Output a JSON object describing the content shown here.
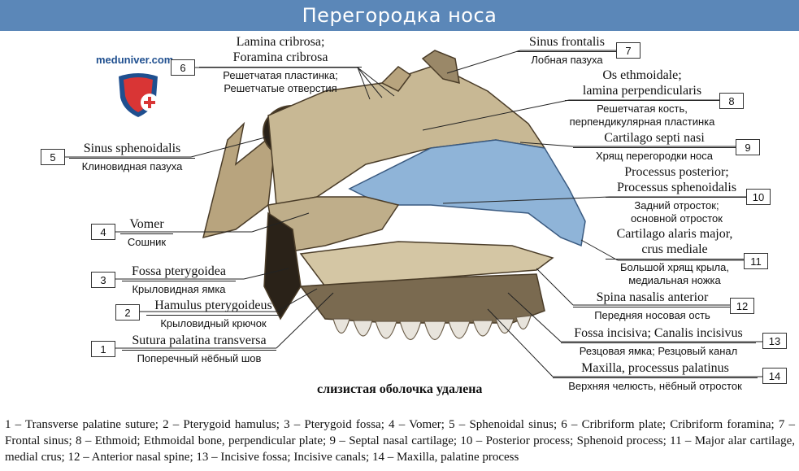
{
  "header": {
    "title": "Перегородка носа"
  },
  "brand": {
    "site": "meduniver.com"
  },
  "caption": "слизистая оболочка удалена",
  "labels": [
    {
      "num": "1",
      "latin": "Sutura palatina transversa",
      "ru": "Поперечный нёбный шов"
    },
    {
      "num": "2",
      "latin": "Hamulus pterygoideus",
      "ru": "Крыловидный крючок"
    },
    {
      "num": "3",
      "latin": "Fossa pterygoidea",
      "ru": "Крыловидная ямка"
    },
    {
      "num": "4",
      "latin": "Vomer",
      "ru": "Сошник"
    },
    {
      "num": "5",
      "latin": "Sinus sphenoidalis",
      "ru": "Клиновидная пазуха"
    },
    {
      "num": "6",
      "latin1": "Lamina cribrosa;",
      "latin2": "Foramina cribrosa",
      "ru1": "Решетчатая пластинка;",
      "ru2": "Решетчатые отверстия"
    },
    {
      "num": "7",
      "latin": "Sinus frontalis",
      "ru": "Лобная пазуха"
    },
    {
      "num": "8",
      "latin1": "Os ethmoidale;",
      "latin2": "lamina perpendicularis",
      "ru1": "Решетчатая кость,",
      "ru2": "перпендикулярная пластинка"
    },
    {
      "num": "9",
      "latin": "Cartilago septi nasi",
      "ru": "Хрящ перегородки носа"
    },
    {
      "num": "10",
      "latin1": "Processus posterior;",
      "latin2": "Processus sphenoidalis",
      "ru1": "Задний отросток;",
      "ru2": "основной отросток"
    },
    {
      "num": "11",
      "latin1": "Cartilago alaris major,",
      "latin2": "crus mediale",
      "ru1": "Большой хрящ крыла,",
      "ru2": "медиальная ножка"
    },
    {
      "num": "12",
      "latin": "Spina nasalis anterior",
      "ru": "Передняя носовая ость"
    },
    {
      "num": "13",
      "latin": "Fossa incisiva; Canalis incisivus",
      "ru": "Резцовая ямка; Резцовый канал"
    },
    {
      "num": "14",
      "latin": "Maxilla, processus palatinus",
      "ru": "Верхняя челюсть, нёбный отросток"
    }
  ],
  "legend": "1 – Transverse palatine suture; 2 – Pterygoid hamulus; 3 – Pterygoid fossa; 4 – Vomer; 5 – Sphenoidal sinus; 6 – Cribriform plate; Cribriform foramina; 7 – Frontal sinus; 8 – Ethmoid; Ethmoidal bone, perpendicular plate; 9 – Septal nasal cartilage; 10 – Posterior process; Sphenoid process; 11 – Major alar cartilage, medial crus; 12 – Anterior nasal spine; 13 – Incisive fossa; Incisive canals; 14 – Maxilla, palatine process",
  "colors": {
    "title_bar": "#5b87b8",
    "bone": "#c8b894",
    "cartilage": "#8fb4d8",
    "teeth": "#e8e4dc"
  }
}
